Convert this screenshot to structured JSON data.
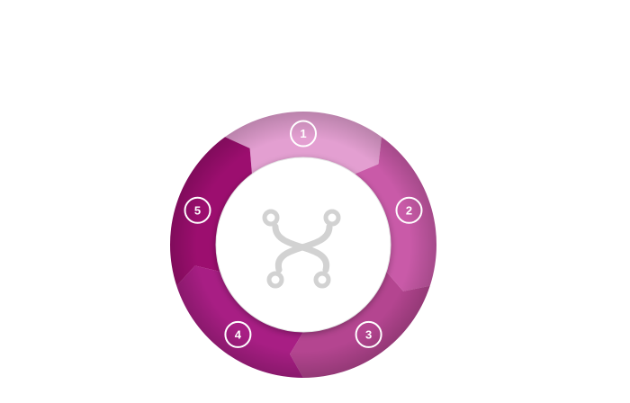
{
  "diagram": {
    "steps": [
      {
        "number": "1",
        "color": "#e39fd1"
      },
      {
        "number": "2",
        "color": "#c95aa8"
      },
      {
        "number": "3",
        "color": "#b44590"
      },
      {
        "number": "4",
        "color": "#a81e84"
      },
      {
        "number": "5",
        "color": "#9c0e6f"
      }
    ],
    "center_icon": "crossing-paths-icon",
    "center_icon_color": "#d2d2d2",
    "ring_shadow_color": "#7a0b57"
  }
}
